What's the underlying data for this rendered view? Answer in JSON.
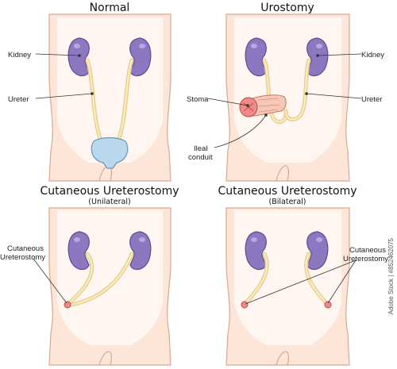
{
  "panels": {
    "normal": {
      "title": "Normal"
    },
    "urostomy": {
      "title": "Urostomy"
    },
    "unilateral": {
      "title": "Cutaneous Ureterostomy",
      "subtitle": "(Unilateral)"
    },
    "bilateral": {
      "title": "Cutaneous Ureterostomy",
      "subtitle": "(Bilateral)"
    }
  },
  "labels": {
    "kidney_left": "Kidney",
    "ureter_left": "Ureter",
    "stoma": "Stoma",
    "ileal_conduit_line1": "Ileal",
    "ileal_conduit_line2": "conduit",
    "kidney_right": "Kidney",
    "ureter_right": "Ureter",
    "cutaneous_left_line1": "Cutaneous",
    "cutaneous_left_line2": "Ureterostomy",
    "cutaneous_right_line1": "Cutaneous",
    "cutaneous_right_line2": "Ureterostomy"
  },
  "watermark": "Adobe Stock | #852462075",
  "colors": {
    "skin": "#fde6d8",
    "kidney": "#8c78c0",
    "ureter": "#e8cf8e",
    "stoma": "#f08a8a",
    "bladder": "#b9d8ee"
  }
}
